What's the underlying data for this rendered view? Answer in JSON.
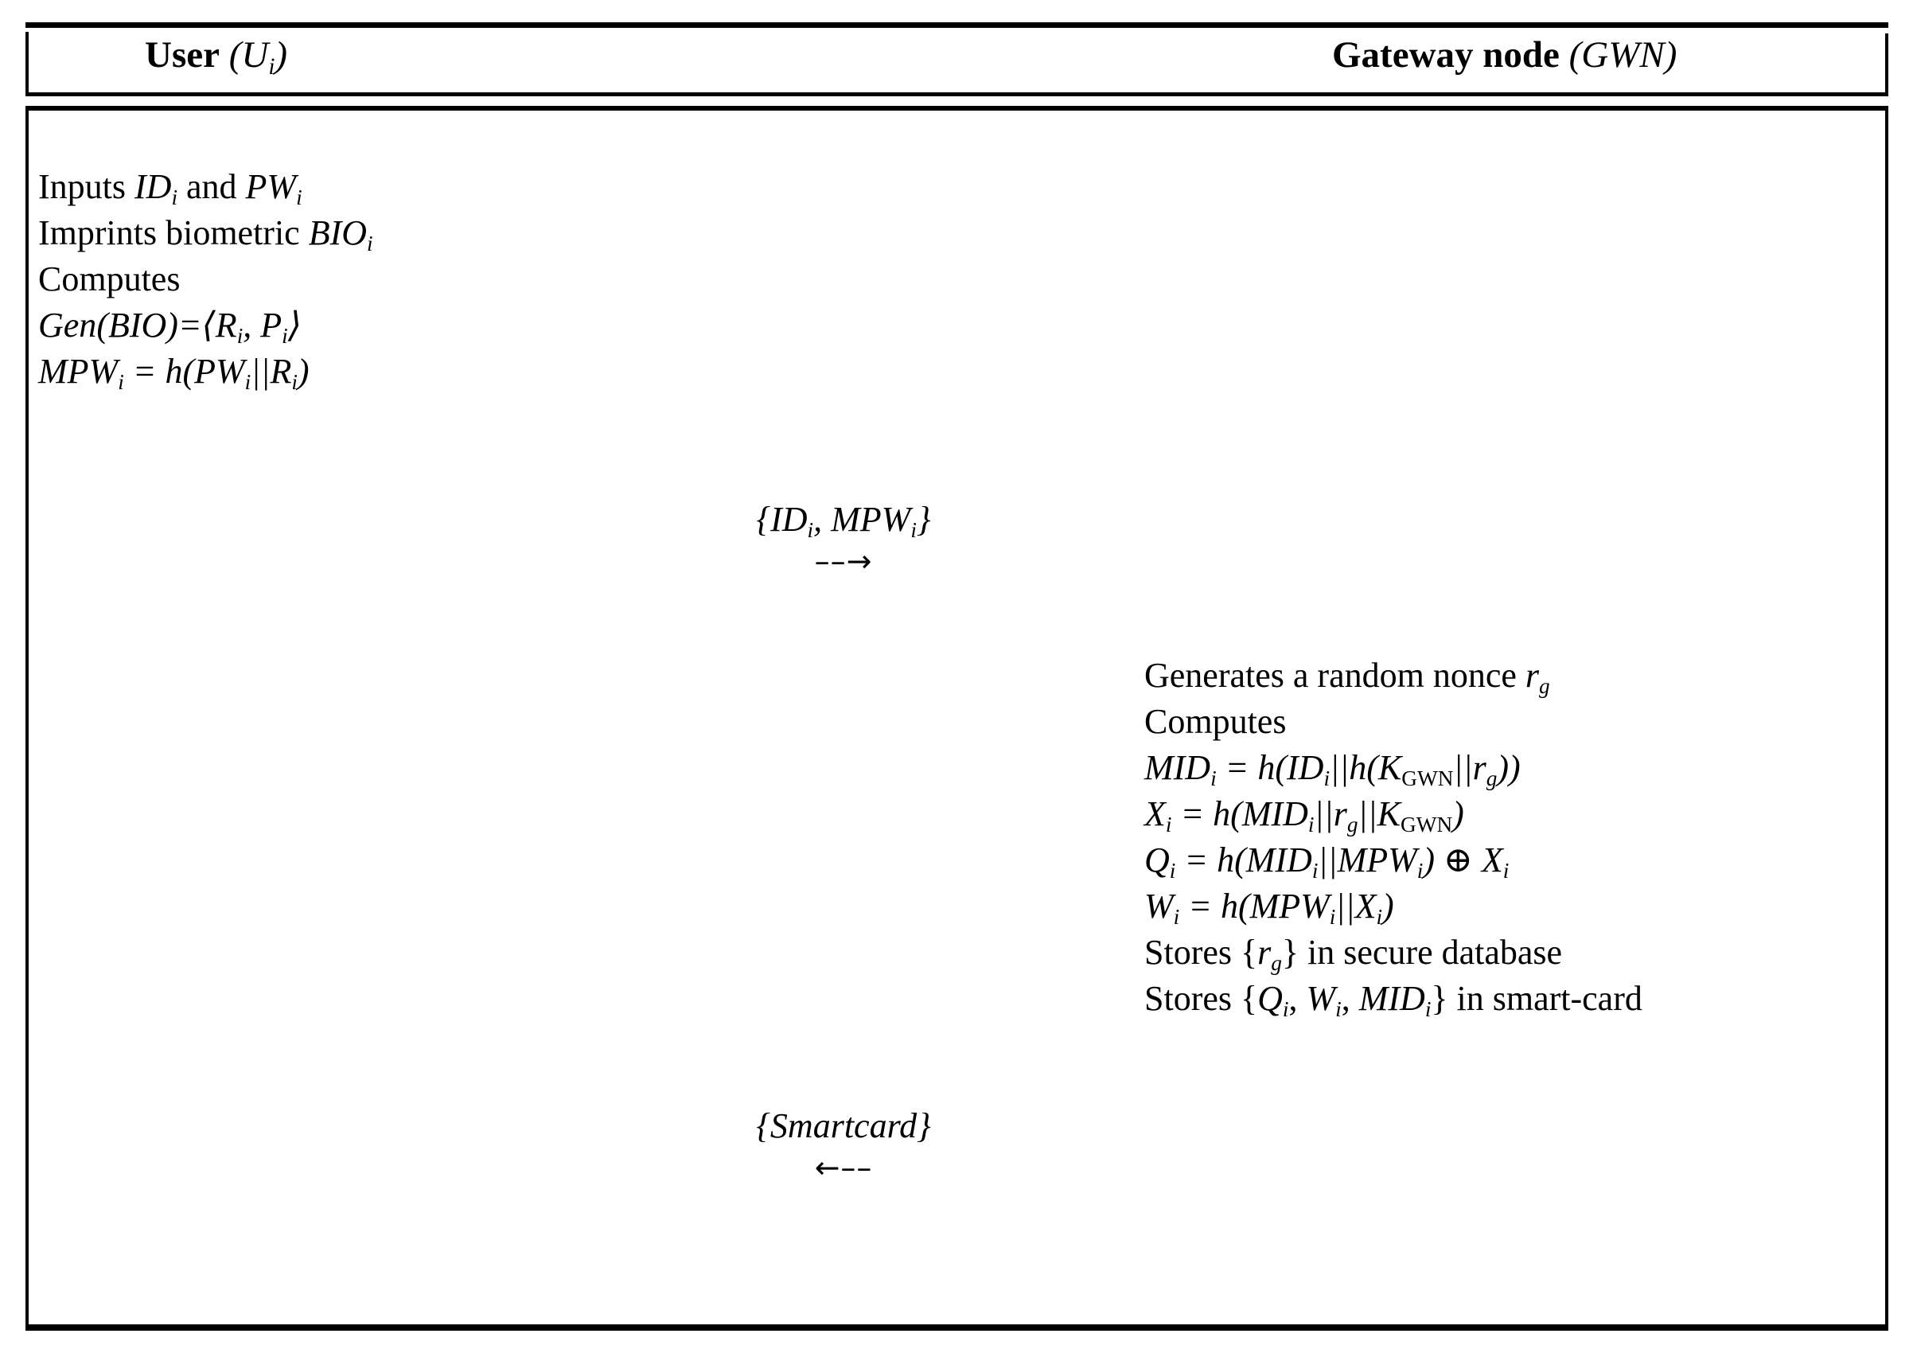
{
  "figure": {
    "type": "protocol-message-sequence-diagram",
    "phase": "registration"
  },
  "header": {
    "left": {
      "role": "User",
      "symbol": "(U",
      "symbol_sub": "i",
      "symbol_close": ")"
    },
    "right": {
      "role": "Gateway node",
      "symbol": "(GWN",
      "symbol_close": ")"
    }
  },
  "user_column": {
    "lines": [
      {
        "id": "u-l1",
        "parts": [
          {
            "t": "Inputs ",
            "s": "upr"
          },
          {
            "t": "ID",
            "s": "it"
          },
          {
            "t": "i",
            "s": "sub"
          },
          {
            "t": " and ",
            "s": "upr"
          },
          {
            "t": "PW",
            "s": "it"
          },
          {
            "t": "i",
            "s": "sub"
          }
        ]
      },
      {
        "id": "u-l2",
        "parts": [
          {
            "t": "Imprints biometric ",
            "s": "upr"
          },
          {
            "t": "BIO",
            "s": "it"
          },
          {
            "t": "i",
            "s": "sub"
          }
        ]
      },
      {
        "id": "u-l3",
        "parts": [
          {
            "t": "Computes",
            "s": "upr"
          }
        ]
      },
      {
        "id": "u-l4",
        "parts": [
          {
            "t": "Gen",
            "s": "it"
          },
          {
            "t": "(",
            "s": "it"
          },
          {
            "t": "BIO",
            "s": "it"
          },
          {
            "t": ")=⟨",
            "s": "it"
          },
          {
            "t": "R",
            "s": "it"
          },
          {
            "t": "i",
            "s": "sub"
          },
          {
            "t": ", ",
            "s": "it"
          },
          {
            "t": "P",
            "s": "it"
          },
          {
            "t": "i",
            "s": "sub"
          },
          {
            "t": "⟩",
            "s": "it"
          }
        ]
      },
      {
        "id": "u-l5",
        "parts": [
          {
            "t": "MPW",
            "s": "it"
          },
          {
            "t": "i",
            "s": "sub"
          },
          {
            "t": " = ",
            "s": "it"
          },
          {
            "t": "h",
            "s": "it"
          },
          {
            "t": "(",
            "s": "it"
          },
          {
            "t": "PW",
            "s": "it"
          },
          {
            "t": "i",
            "s": "sub"
          },
          {
            "t": "||",
            "s": "it"
          },
          {
            "t": "R",
            "s": "it"
          },
          {
            "t": "i",
            "s": "sub"
          },
          {
            "t": ")",
            "s": "it"
          }
        ]
      }
    ]
  },
  "gwn_column": {
    "lines": [
      {
        "id": "g-l1",
        "parts": [
          {
            "t": "Generates a random nonce ",
            "s": "upr"
          },
          {
            "t": "r",
            "s": "it"
          },
          {
            "t": "g",
            "s": "sub"
          }
        ]
      },
      {
        "id": "g-l2",
        "parts": [
          {
            "t": "Computes",
            "s": "upr"
          }
        ]
      },
      {
        "id": "g-l3",
        "parts": [
          {
            "t": "MID",
            "s": "it"
          },
          {
            "t": "i",
            "s": "sub"
          },
          {
            "t": " = ",
            "s": "it"
          },
          {
            "t": "h",
            "s": "it"
          },
          {
            "t": "(",
            "s": "it"
          },
          {
            "t": "ID",
            "s": "it"
          },
          {
            "t": "i",
            "s": "sub"
          },
          {
            "t": "||",
            "s": "it"
          },
          {
            "t": "h",
            "s": "it"
          },
          {
            "t": "(",
            "s": "it"
          },
          {
            "t": "K",
            "s": "it"
          },
          {
            "t": "GWN",
            "s": "subup"
          },
          {
            "t": "||",
            "s": "it"
          },
          {
            "t": "r",
            "s": "it"
          },
          {
            "t": "g",
            "s": "sub"
          },
          {
            "t": "))",
            "s": "it"
          }
        ]
      },
      {
        "id": "g-l4",
        "parts": [
          {
            "t": "X",
            "s": "it"
          },
          {
            "t": "i",
            "s": "sub"
          },
          {
            "t": " = ",
            "s": "it"
          },
          {
            "t": "h",
            "s": "it"
          },
          {
            "t": "(",
            "s": "it"
          },
          {
            "t": "MID",
            "s": "it"
          },
          {
            "t": "i",
            "s": "sub"
          },
          {
            "t": "||",
            "s": "it"
          },
          {
            "t": "r",
            "s": "it"
          },
          {
            "t": "g",
            "s": "sub"
          },
          {
            "t": "||",
            "s": "it"
          },
          {
            "t": "K",
            "s": "it"
          },
          {
            "t": "GWN",
            "s": "subup"
          },
          {
            "t": ")",
            "s": "it"
          }
        ]
      },
      {
        "id": "g-l5",
        "parts": [
          {
            "t": "Q",
            "s": "it"
          },
          {
            "t": "i",
            "s": "sub"
          },
          {
            "t": " = ",
            "s": "it"
          },
          {
            "t": "h",
            "s": "it"
          },
          {
            "t": "(",
            "s": "it"
          },
          {
            "t": "MID",
            "s": "it"
          },
          {
            "t": "i",
            "s": "sub"
          },
          {
            "t": "||",
            "s": "it"
          },
          {
            "t": "MPW",
            "s": "it"
          },
          {
            "t": "i",
            "s": "sub"
          },
          {
            "t": ")",
            "s": "it"
          },
          {
            "t": " ⊕ ",
            "s": "upr"
          },
          {
            "t": "X",
            "s": "it"
          },
          {
            "t": "i",
            "s": "sub"
          }
        ]
      },
      {
        "id": "g-l6",
        "parts": [
          {
            "t": "W",
            "s": "it"
          },
          {
            "t": "i",
            "s": "sub"
          },
          {
            "t": " = ",
            "s": "it"
          },
          {
            "t": "h",
            "s": "it"
          },
          {
            "t": "(",
            "s": "it"
          },
          {
            "t": "MPW",
            "s": "it"
          },
          {
            "t": "i",
            "s": "sub"
          },
          {
            "t": "||",
            "s": "it"
          },
          {
            "t": "X",
            "s": "it"
          },
          {
            "t": "i",
            "s": "sub"
          },
          {
            "t": ")",
            "s": "it"
          }
        ]
      },
      {
        "id": "g-l7",
        "parts": [
          {
            "t": "Stores {",
            "s": "upr"
          },
          {
            "t": "r",
            "s": "it"
          },
          {
            "t": "g",
            "s": "sub"
          },
          {
            "t": "} in secure database",
            "s": "upr"
          }
        ]
      },
      {
        "id": "g-l8",
        "parts": [
          {
            "t": "Stores {",
            "s": "upr"
          },
          {
            "t": "Q",
            "s": "it"
          },
          {
            "t": "i",
            "s": "sub"
          },
          {
            "t": ", ",
            "s": "upr"
          },
          {
            "t": "W",
            "s": "it"
          },
          {
            "t": "i",
            "s": "sub"
          },
          {
            "t": ", ",
            "s": "upr"
          },
          {
            "t": "MID",
            "s": "it"
          },
          {
            "t": "i",
            "s": "sub"
          },
          {
            "t": "} in smart-card",
            "s": "upr"
          }
        ]
      }
    ]
  },
  "messages": [
    {
      "id": "msg-1",
      "direction": "user-to-gwn",
      "arrow": "––→",
      "parts": [
        {
          "t": "{",
          "s": "it"
        },
        {
          "t": "ID",
          "s": "it"
        },
        {
          "t": "i",
          "s": "sub"
        },
        {
          "t": ", ",
          "s": "it"
        },
        {
          "t": "MPW",
          "s": "it"
        },
        {
          "t": "i",
          "s": "sub"
        },
        {
          "t": "}",
          "s": "it"
        }
      ]
    },
    {
      "id": "msg-2",
      "direction": "gwn-to-user",
      "arrow": "←––",
      "parts": [
        {
          "t": "{Smartcard}",
          "s": "it"
        }
      ]
    }
  ],
  "colors": {
    "ink": "#000000",
    "paper": "#ffffff"
  }
}
